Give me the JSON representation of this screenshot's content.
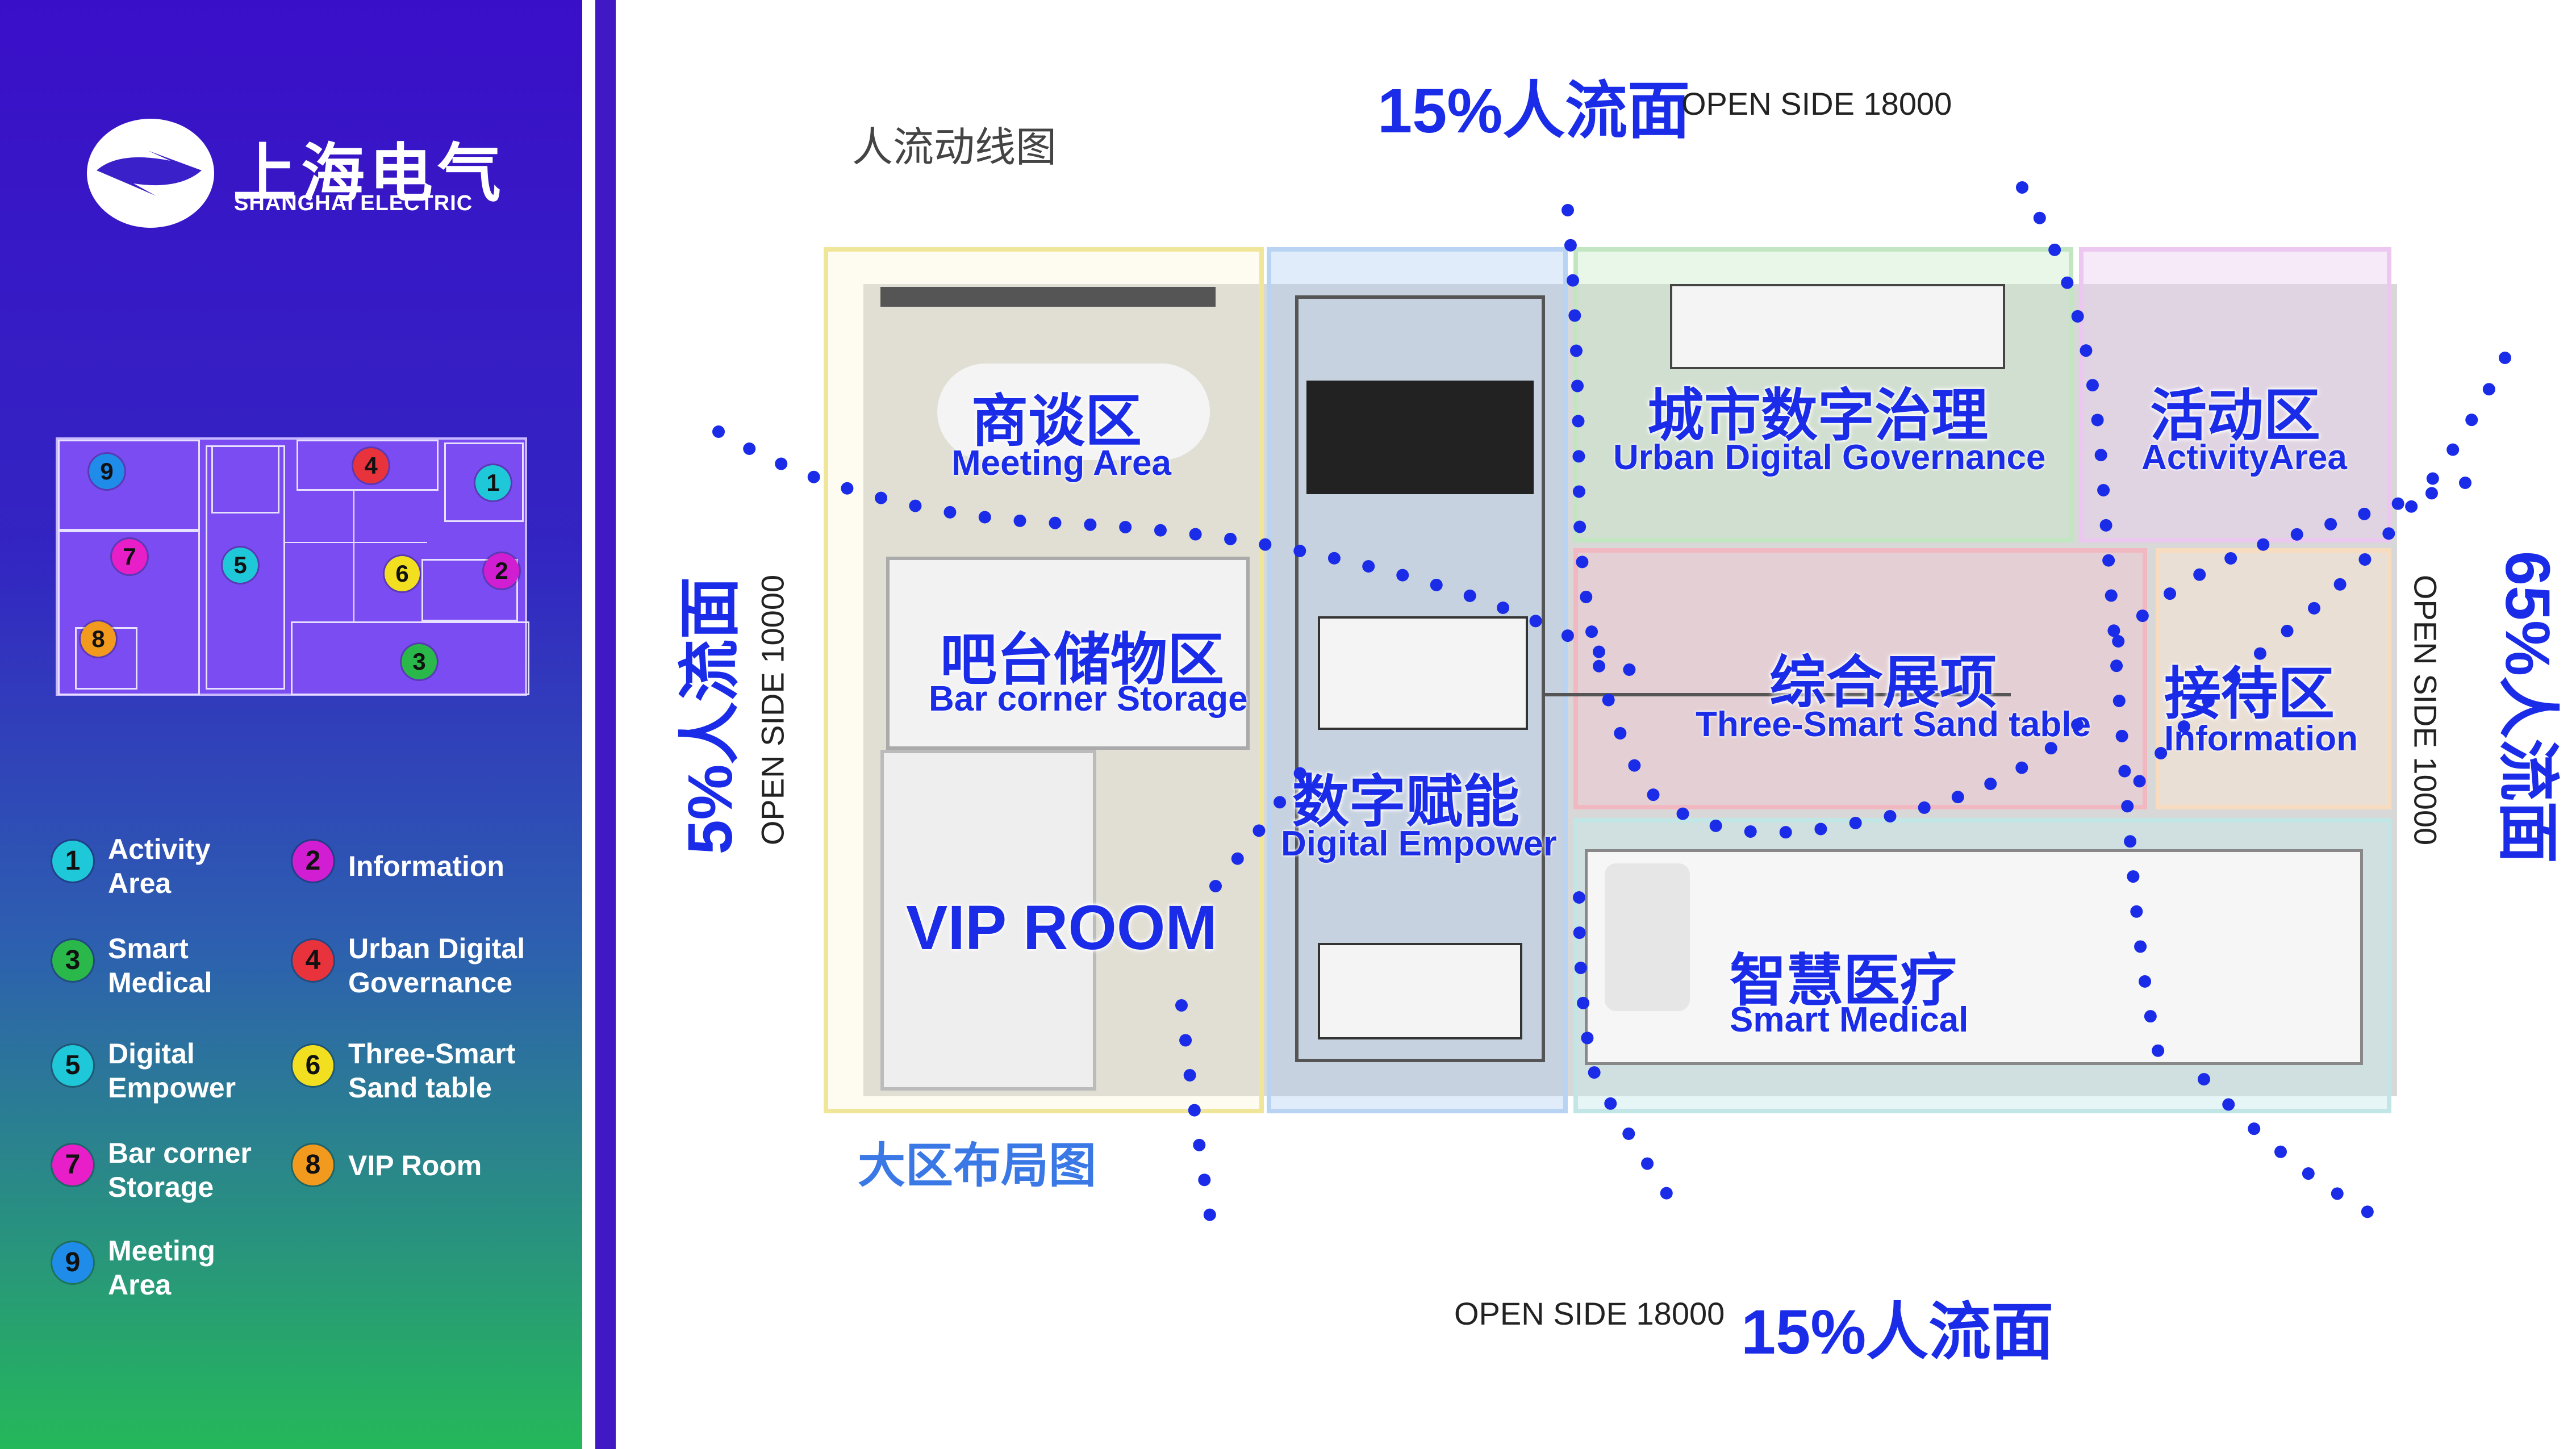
{
  "brand": {
    "name_cn": "上海电气",
    "name_en": "SHANGHAI ELECTRIC"
  },
  "legend": [
    {
      "num": "1",
      "label": "Activity\nArea",
      "color": "#1ec8d8"
    },
    {
      "num": "2",
      "label": "Information",
      "color": "#d21ed2"
    },
    {
      "num": "3",
      "label": "Smart\nMedical",
      "color": "#2ab84a"
    },
    {
      "num": "4",
      "label": "Urban Digital\nGovernance",
      "color": "#e8323c"
    },
    {
      "num": "5",
      "label": "Digital\nEmpower",
      "color": "#1ec8d8"
    },
    {
      "num": "6",
      "label": "Three-Smart\nSand table",
      "color": "#f2e020"
    },
    {
      "num": "7",
      "label": "Bar corner\nStorage",
      "color": "#e81ec8"
    },
    {
      "num": "8",
      "label": "VIP Room",
      "color": "#f29a1e"
    },
    {
      "num": "9",
      "label": "Meeting\nArea",
      "color": "#1e8ce8"
    }
  ],
  "minimap_badges": [
    {
      "num": "9",
      "color": "#1e8ce8"
    },
    {
      "num": "4",
      "color": "#e8323c"
    },
    {
      "num": "1",
      "color": "#1ec8d8"
    },
    {
      "num": "7",
      "color": "#e81ec8"
    },
    {
      "num": "5",
      "color": "#1ec8d8"
    },
    {
      "num": "6",
      "color": "#f2e020"
    },
    {
      "num": "2",
      "color": "#d21ed2"
    },
    {
      "num": "8",
      "color": "#f29a1e"
    },
    {
      "num": "3",
      "color": "#2ab84a"
    }
  ],
  "diagram": {
    "title": "人流动线图",
    "caption": "大区布局图",
    "flows": {
      "top": {
        "pct": "15%人流面",
        "open": "OPEN SIDE 18000"
      },
      "bottom": {
        "pct": "15%人流面",
        "open": "OPEN SIDE 18000"
      },
      "left": {
        "pct": "5%人流面",
        "open": "OPEN SIDE 10000"
      },
      "right": {
        "pct": "65%人流面",
        "open": "OPEN SIDE 10000"
      }
    },
    "zones": {
      "meeting": {
        "cn": "商谈区",
        "en": "Meeting Area"
      },
      "bar": {
        "cn": "吧台储物区",
        "en": "Bar corner Storage"
      },
      "vip": {
        "cn": "VIP ROOM"
      },
      "digital": {
        "cn": "数字赋能",
        "en": "Digital Empower"
      },
      "urban": {
        "cn": "城市数字治理",
        "en": "Urban Digital Governance"
      },
      "activity": {
        "cn": "活动区",
        "en": "ActivityArea"
      },
      "sand": {
        "cn": "综合展项",
        "en": "Three-Smart Sand table"
      },
      "info": {
        "cn": "接待区",
        "en": "Information"
      },
      "medical": {
        "cn": "智慧医疗",
        "en": "Smart Medical"
      }
    },
    "colors": {
      "flow": "#1a2ce8",
      "meeting": "#f5f0b8",
      "digital": "#a9c8f0",
      "urban": "#c8ecc8",
      "activity": "#ecd0f0",
      "sand": "#f5c8d0",
      "info": "#fbe6cf",
      "medical": "#c8ecec"
    }
  }
}
